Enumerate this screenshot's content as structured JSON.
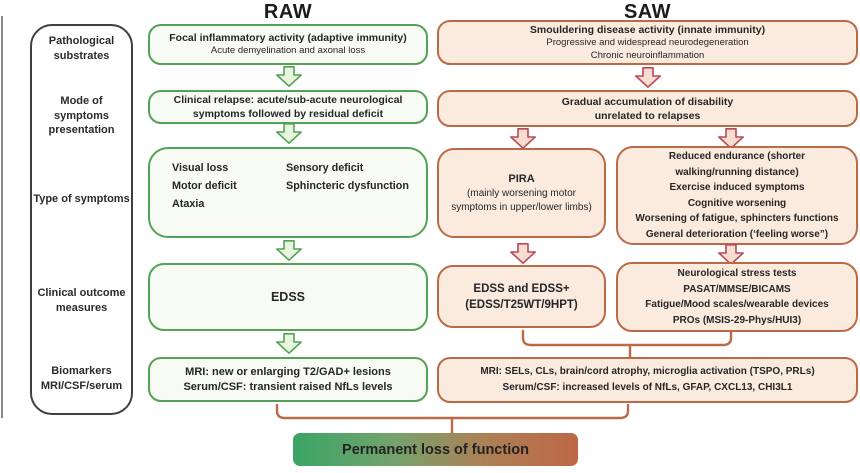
{
  "sidebar": {
    "labels": [
      "Pathological substrates",
      "Mode of symptoms presentation",
      "Type of symptoms",
      "Clinical outcome measures",
      "Biomarkers MRI/CSF/serum"
    ]
  },
  "raw": {
    "header": "RAW",
    "substrate": {
      "l1": "Focal inflammatory activity (adaptive immunity)",
      "l2": "Acute demyelination and axonal loss"
    },
    "mode": {
      "l1": "Clinical relapse: acute/sub-acute neurological",
      "l2": "symptoms followed by residual deficit"
    },
    "symptoms": {
      "col1": [
        "Visual loss",
        "Motor deficit",
        "Ataxia"
      ],
      "col2": [
        "Sensory deficit",
        "Sphincteric dysfunction"
      ]
    },
    "outcome": "EDSS",
    "biomarkers": {
      "l1": "MRI: new or enlarging T2/GAD+ lesions",
      "l2": "Serum/CSF: transient raised NfLs levels"
    }
  },
  "saw": {
    "header": "SAW",
    "substrate": {
      "l1": "Smouldering disease activity (innate immunity)",
      "l2": "Progressive and widespread neurodegeneration",
      "l3": "Chronic neuroinflammation"
    },
    "mode": {
      "l1": "Gradual accumulation of disability",
      "l2": "unrelated to relapses"
    },
    "pira": {
      "l1": "PIRA",
      "l2": "(mainly worsening motor",
      "l3": "symptoms in upper/lower limbs)"
    },
    "functional": [
      "Reduced endurance (shorter",
      "walking/running distance)",
      "Exercise induced symptoms",
      "Cognitive worsening",
      "Worsening of fatigue, sphincters functions",
      "General deterioration (‘feeling worse”)"
    ],
    "outcome_left": {
      "l1": "EDSS and EDSS+",
      "l2": "(EDSS/T25WT/9HPT)"
    },
    "outcome_right": [
      "Neurological stress tests",
      "PASAT/MMSE/BICAMS",
      "Fatigue/Mood scales/wearable devices",
      "PROs (MSIS-29-Phys/HUI3)"
    ],
    "biomarkers": {
      "l1": "MRI: SELs, CLs, brain/cord atrophy, microglia activation (TSPO, PRLs)",
      "l2": "Serum/CSF: increased levels of NfLs, GFAP, CXCL13, CHI3L1"
    }
  },
  "footer": {
    "label": "Permanent loss of function"
  },
  "colors": {
    "raw_accent": "#55a157",
    "raw_fill": "#f7fbf3",
    "raw_arrow_fill": "#e9f4df",
    "saw_accent": "#bb6a48",
    "saw_fill": "#fbeade",
    "saw_arrow_border": "#b34b5b",
    "saw_arrow_fill": "#f6ddd0",
    "gradient_left": "#3aa465",
    "gradient_right": "#bd6746"
  }
}
